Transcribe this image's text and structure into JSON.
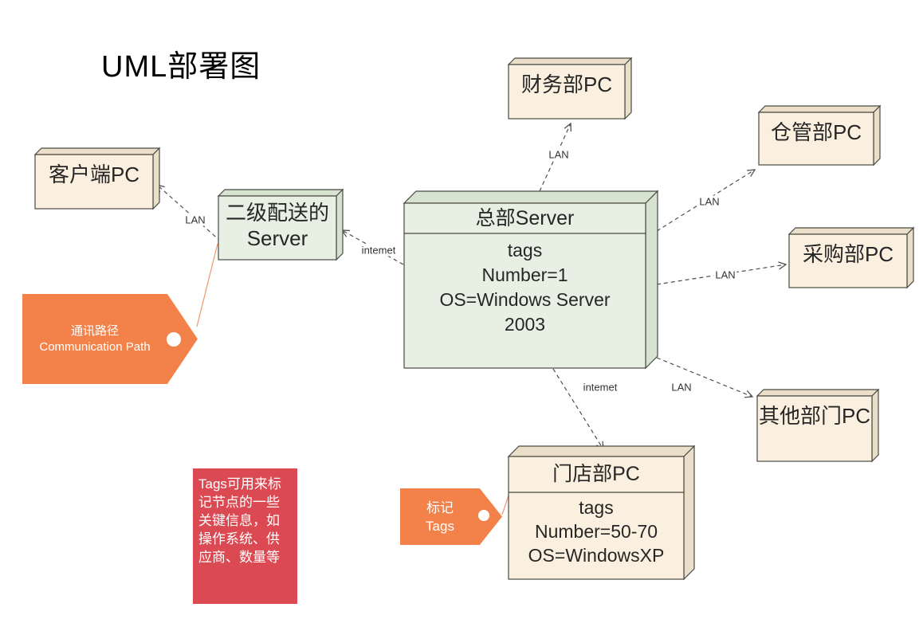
{
  "title": "UML部署图",
  "nodes": {
    "client_pc": {
      "label": "客户端PC"
    },
    "secondary_server": {
      "label": "二级配送的\nServer"
    },
    "finance_pc": {
      "label": "财务部PC"
    },
    "warehouse_pc": {
      "label": "仓管部PC"
    },
    "purchasing_pc": {
      "label": "采购部PC"
    },
    "other_dept_pc": {
      "label": "其他部门PC"
    },
    "hq_server": {
      "title": "总部Server",
      "tags": "tags\nNumber=1\nOS=Windows Server\n2003"
    },
    "store_pc": {
      "title": "门店部PC",
      "tags": "tags\nNumber=50-70\nOS=WindowsXP"
    }
  },
  "edges": {
    "client_lan": "LAN",
    "secondary_internet": "intemet",
    "finance_lan": "LAN",
    "warehouse_lan": "LAN",
    "purchasing_lan": "LAN",
    "other_lan": "LAN",
    "store_internet": "intemet"
  },
  "callouts": {
    "communication_path": "通讯路径\nCommunication Path",
    "tags_marker": "标记\nTags"
  },
  "note": {
    "text": "Tags可用来标记节点的一些关键信息，如操作系统、供应商、数量等"
  },
  "colors": {
    "node_fill_green": "#e8f0e3",
    "node_side_green": "#d7e3d1",
    "node_fill_cream": "#fbf0df",
    "node_side_cream": "#ebdfca",
    "node_border": "#4a4a42",
    "connector_gray": "#4f4f4f",
    "callout_orange": "#f3814a",
    "note_red": "#db4952",
    "text_white": "#ffffff"
  }
}
